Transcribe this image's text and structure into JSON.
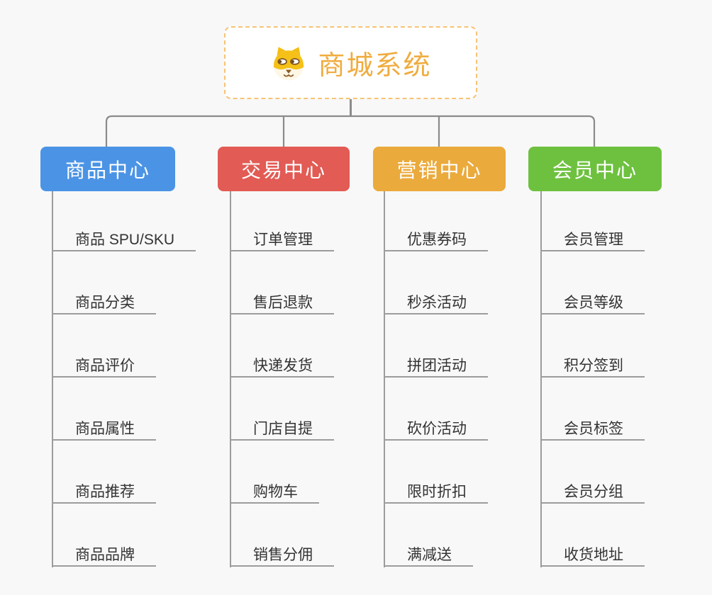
{
  "root": {
    "title": "商城系统",
    "icon": "shiba-dog-icon",
    "text_color": "#F0AC3F",
    "border_color": "#F6C476"
  },
  "colors": {
    "background": "#F8F8F8",
    "connector": "#8B8B8B",
    "tree_line": "#9C9C9C",
    "item_text": "#333333"
  },
  "branches": [
    {
      "label": "商品中心",
      "color": "#4B94E5",
      "items": [
        "商品 SPU/SKU",
        "商品分类",
        "商品评价",
        "商品属性",
        "商品推荐",
        "商品品牌"
      ]
    },
    {
      "label": "交易中心",
      "color": "#E25B55",
      "items": [
        "订单管理",
        "售后退款",
        "快递发货",
        "门店自提",
        "购物车",
        "销售分佣"
      ]
    },
    {
      "label": "营销中心",
      "color": "#EBAA3C",
      "items": [
        "优惠券码",
        "秒杀活动",
        "拼团活动",
        "砍价活动",
        "限时折扣",
        "满减送"
      ]
    },
    {
      "label": "会员中心",
      "color": "#6EC13F",
      "items": [
        "会员管理",
        "会员等级",
        "积分签到",
        "会员标签",
        "会员分组",
        "收货地址"
      ]
    }
  ]
}
